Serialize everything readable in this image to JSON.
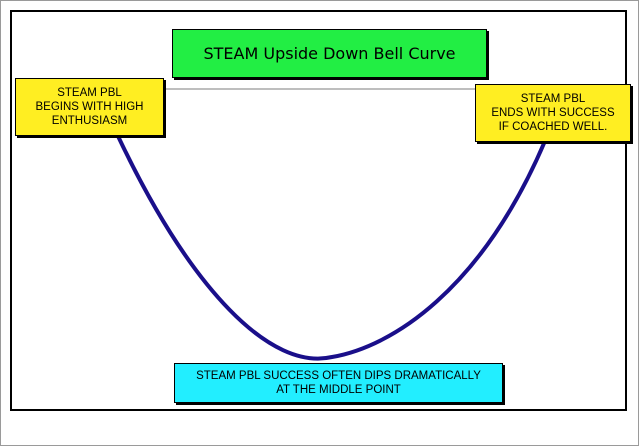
{
  "diagram": {
    "title": "STEAM Upside Down Bell Curve",
    "start_note": {
      "lines": [
        "STEAM PBL",
        "BEGINS WITH HIGH",
        "ENTHUSIASM"
      ]
    },
    "end_note": {
      "lines": [
        "STEAM PBL",
        "ENDS WITH SUCCESS",
        "IF COACHED WELL."
      ]
    },
    "middle_note": {
      "lines": [
        "STEAM PBL SUCCESS OFTEN DIPS DRAMATICALLY",
        "AT THE MIDDLE POINT"
      ]
    },
    "colors": {
      "title_fill": "#22ee44",
      "note_fill": "#ffee22",
      "middle_fill": "#22eeff",
      "curve": "#1a0f8a",
      "baseline": "#a8a8a8"
    }
  }
}
